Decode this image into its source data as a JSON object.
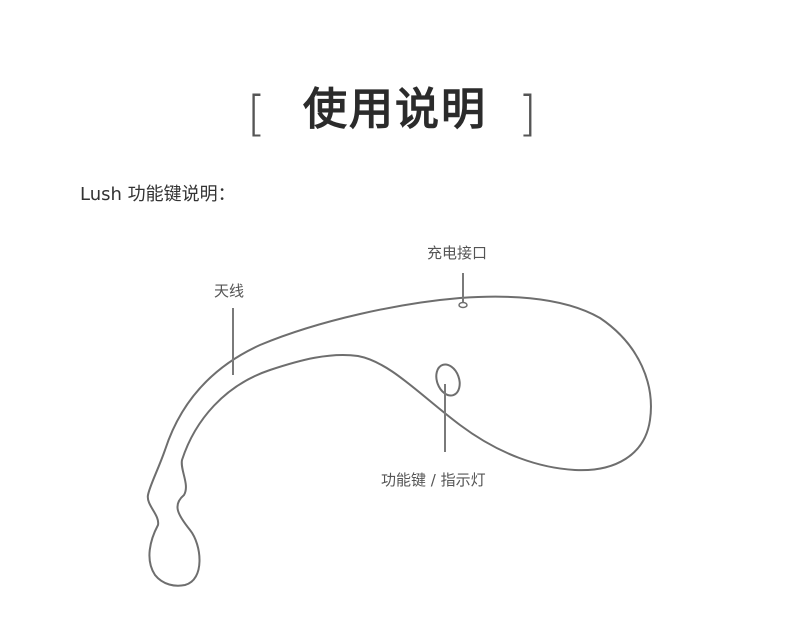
{
  "header": {
    "bracket_left": "[",
    "title": "使用说明",
    "bracket_right": "]"
  },
  "section": {
    "heading": "Lush 功能键说明："
  },
  "diagram": {
    "labels": {
      "charging_port": "充电接口",
      "antenna": "天线",
      "function_key": "功能键 / 指示灯"
    },
    "colors": {
      "outline": "#6e6e6e",
      "leader_line": "#7a7a7a",
      "text": "#555555"
    }
  }
}
